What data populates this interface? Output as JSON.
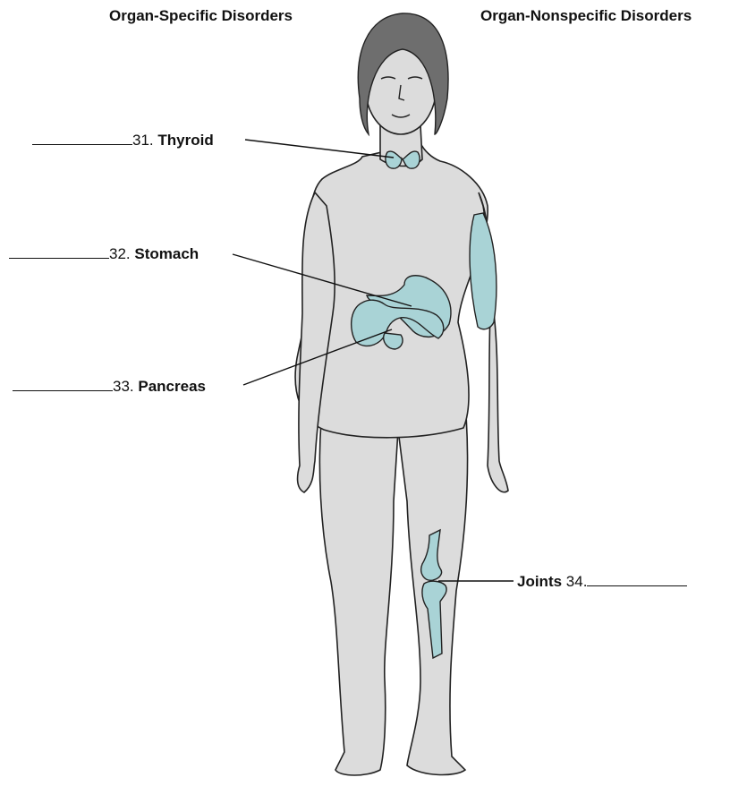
{
  "headers": {
    "left": "Organ-Specific Disorders",
    "right": "Organ-Nonspecific Disorders"
  },
  "labels": [
    {
      "number": "31.",
      "name": "Thyroid"
    },
    {
      "number": "32.",
      "name": "Stomach"
    },
    {
      "number": "33.",
      "name": "Pancreas"
    },
    {
      "number": "34.",
      "name": "Joints"
    }
  ],
  "colors": {
    "body_fill": "#dcdcdc",
    "organ_fill": "#a9d3d6",
    "hair": "#6e6e6e",
    "outline": "#222222"
  }
}
